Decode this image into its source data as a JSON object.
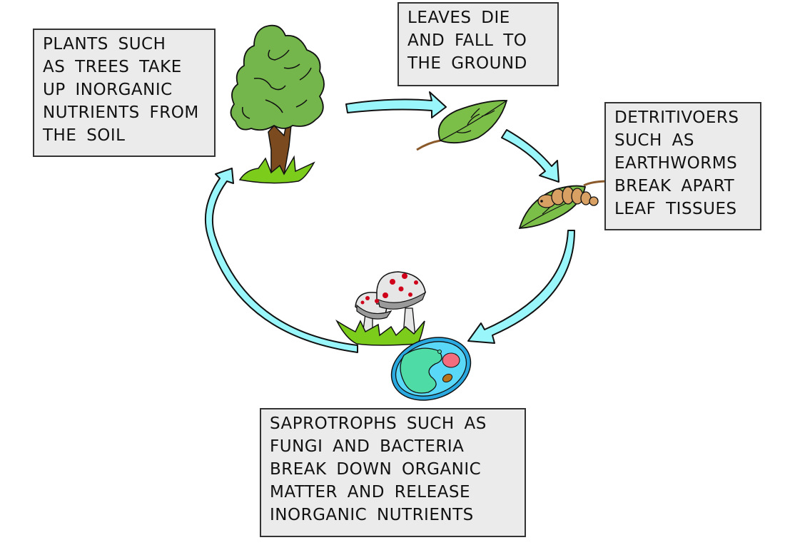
{
  "title": "Nutrient cycle diagram",
  "stages": [
    {
      "id": "plants",
      "lines": [
        "PLANTS SUCH",
        "AS TREES TAKE",
        "UP INORGANIC",
        "NUTRIENTS FROM",
        "THE SOIL"
      ],
      "illustration": "tree-icon"
    },
    {
      "id": "leaves",
      "lines": [
        "LEAVES DIE",
        "AND FALL TO",
        "THE GROUND"
      ],
      "illustration": "leaf-icon"
    },
    {
      "id": "detritivores",
      "lines": [
        "DETRITIVOERS",
        "SUCH AS",
        "EARTHWORMS",
        "BREAK APART",
        "LEAF TISSUES"
      ],
      "illustration": "worm-on-leaf-icon"
    },
    {
      "id": "saprotrophs",
      "lines": [
        "SAPROTROPHS SUCH AS",
        "FUNGI AND BACTERIA",
        "BREAK DOWN ORGANIC",
        "MATTER AND RELEASE",
        "INORGANIC NUTRIENTS"
      ],
      "illustration": "mushrooms-and-bacterium-icon"
    }
  ],
  "colors": {
    "arrow_fill": "#99f6fb",
    "box_fill": "#ebebeb",
    "foliage": "#74b64b",
    "trunk": "#7b4a1e",
    "grass": "#7ccc1c",
    "leaf": "#7cbf48",
    "worm": "#d9a064",
    "mushroom_spots": "#d0021b",
    "cell_outer": "#2aa9e0",
    "cell_inner": "#5ad8f7",
    "cytoplasm": "#4fdba6",
    "vacuole": "#f26d7d"
  }
}
